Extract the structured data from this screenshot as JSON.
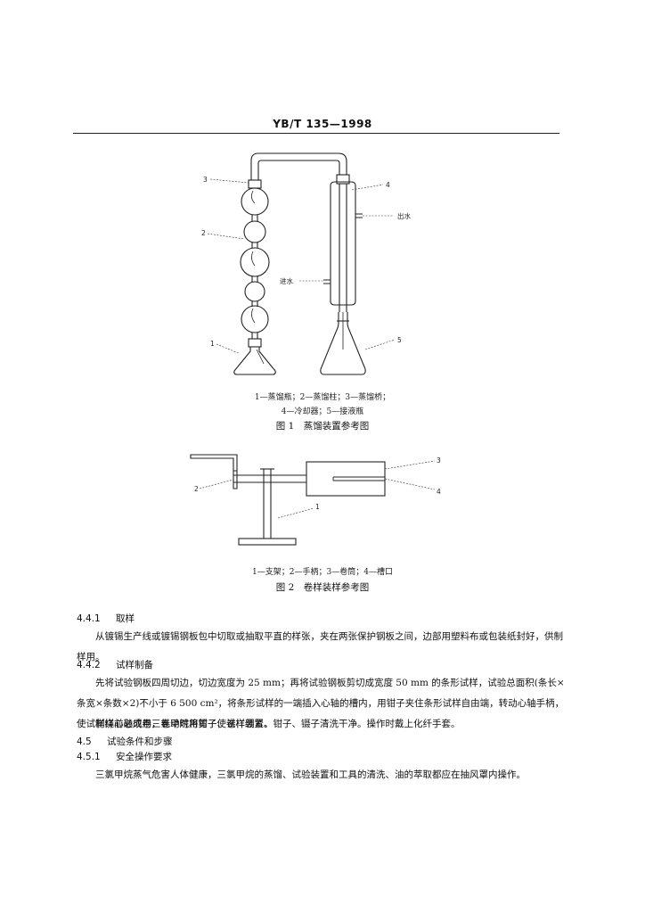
{
  "header": {
    "code": "YB/T 135—1998"
  },
  "figure1": {
    "labels": {
      "l1": "1",
      "l2": "2",
      "l3": "3",
      "l4": "4",
      "l5": "5",
      "out_water": "出水",
      "in_water": "进水"
    },
    "legend_line1": "1—蒸馏瓶；2—蒸馏柱；3—蒸馏桥；",
    "legend_line2": "4—冷却器；5—接液瓶",
    "title": "图 1　蒸馏装置参考图"
  },
  "figure2": {
    "labels": {
      "l1": "1",
      "l2": "2",
      "l3": "3",
      "l4": "4"
    },
    "legend": "1—支架；2—手柄；3—卷筒；4—槽口",
    "title": "图 2　卷样装样参考图"
  },
  "sections": {
    "s441": {
      "num": "4.4.1",
      "title": "取样"
    },
    "s441_p": "从镀锡生产线或镀锡钢板包中切取或抽取平直的样张，夹在两张保护钢板之间，边部用塑料布或包装纸封好，供制样用。",
    "s442": {
      "num": "4.4.2",
      "title": "试样制备"
    },
    "s442_p1": "先将试验钢板四周切边，切边宽度为 25 mm；再将试验钢板剪切成宽度 50 mm 的条形试样，试验总面积(条长×条宽×条数×2)不小于 6 500 cm²，将条形试样的一端插入心轴的槽内，用钳子夹住条形试样自由端，转动心轴手柄，使试样绕心轴成卷，卷动时用钳子使试样绷紧。",
    "s442_p2": "制样前必须用三氯甲烷将剪子、卷样装置、钳子、镊子清洗干净。操作时戴上化纤手套。",
    "s45": {
      "num": "4.5",
      "title": "试验条件和步骤"
    },
    "s451": {
      "num": "4.5.1",
      "title": "安全操作要求"
    },
    "s451_p": "三氯甲烷蒸气危害人体健康，三氯甲烷的蒸馏、试验装置和工具的清洗、油的萃取都应在抽风罩内操作。"
  }
}
